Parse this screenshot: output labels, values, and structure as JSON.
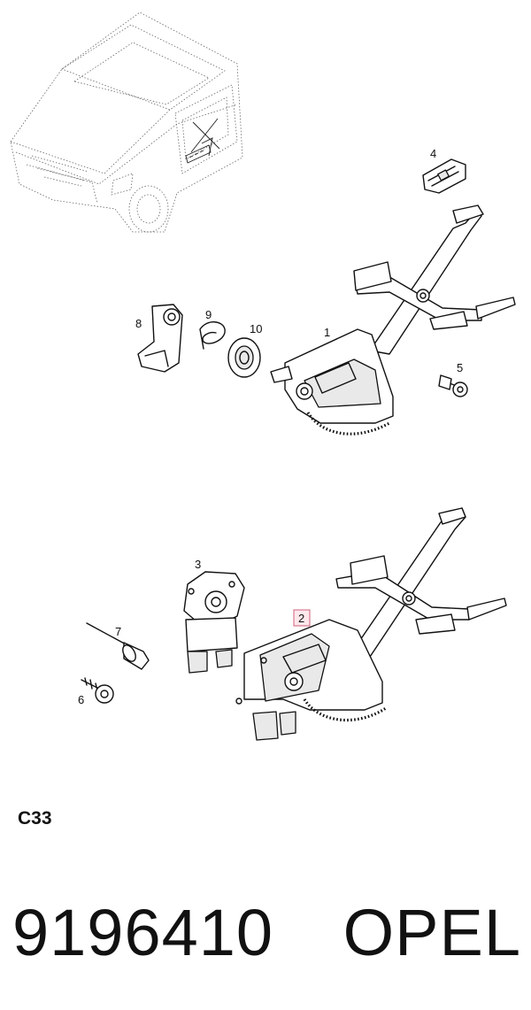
{
  "callouts": {
    "c1": "1",
    "c2": "2",
    "c3": "3",
    "c4": "4",
    "c5": "5",
    "c6": "6",
    "c7": "7",
    "c8": "8",
    "c9": "9",
    "c10": "10"
  },
  "section_code": "C33",
  "part_number": "9196410",
  "brand": "OPEL",
  "highlight_color": "#d0607a"
}
